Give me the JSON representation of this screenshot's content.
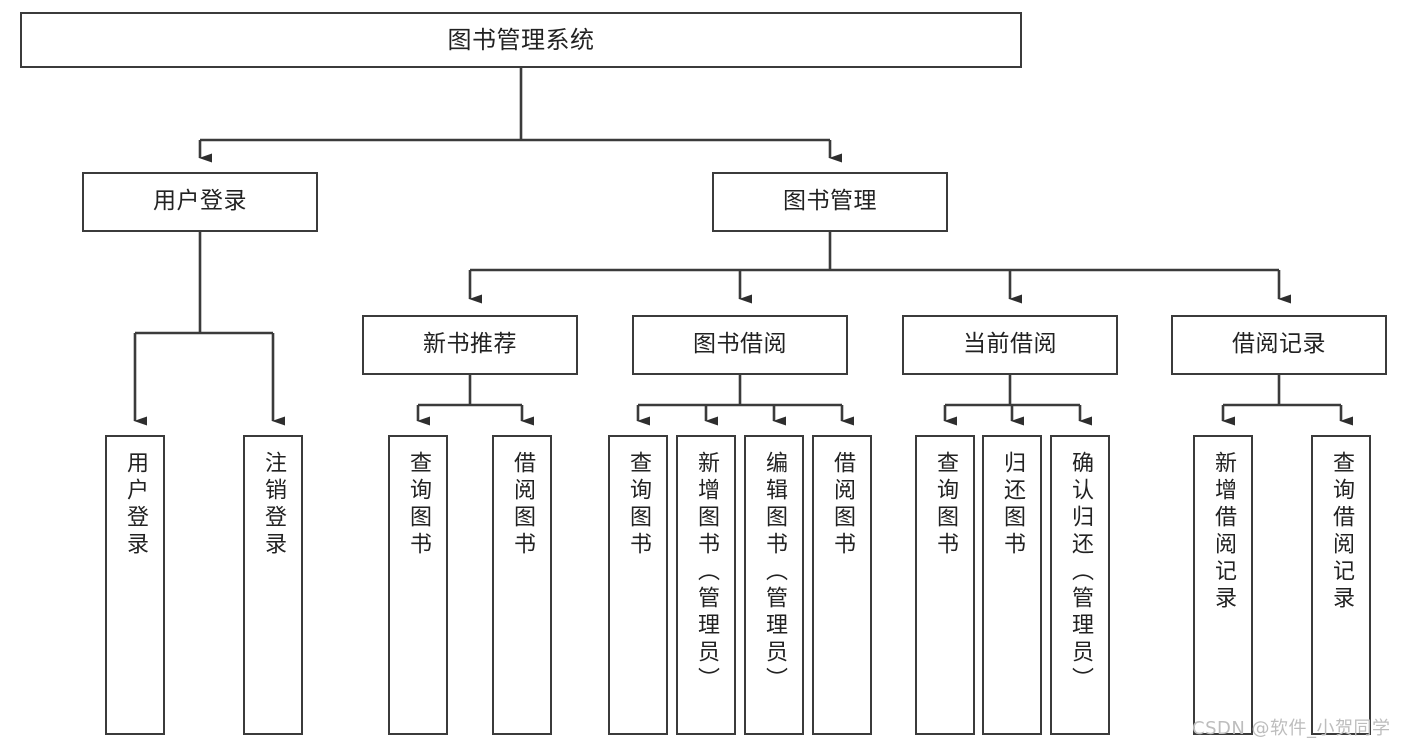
{
  "diagram": {
    "title": "图书管理系统",
    "type": "hierarchy-tree",
    "stroke_color": "#3b3b3b",
    "text_color": "#222222",
    "background_color": "#ffffff",
    "watermark": "CSDN @软件_小贺同学",
    "watermark_color": "#bdbdbd"
  },
  "nodes": {
    "root": {
      "label": "图书管理系统"
    },
    "level2": [
      {
        "label": "用户登录"
      },
      {
        "label": "图书管理"
      }
    ],
    "level3": [
      {
        "label": "新书推荐"
      },
      {
        "label": "图书借阅"
      },
      {
        "label": "当前借阅"
      },
      {
        "label": "借阅记录"
      }
    ],
    "leaves": {
      "user_login": [
        {
          "label": "用户登录"
        },
        {
          "label": "注销登录"
        }
      ],
      "new_book_recommend": [
        {
          "label": "查询图书"
        },
        {
          "label": "借阅图书"
        }
      ],
      "book_borrow": [
        {
          "label": "查询图书"
        },
        {
          "label": "新增图书（管理员）"
        },
        {
          "label": "编辑图书（管理员）"
        },
        {
          "label": "借阅图书"
        }
      ],
      "current_borrow": [
        {
          "label": "查询图书"
        },
        {
          "label": "归还图书"
        },
        {
          "label": "确认归还（管理员）"
        }
      ],
      "borrow_record": [
        {
          "label": "新增借阅记录"
        },
        {
          "label": "查询借阅记录"
        }
      ]
    }
  }
}
